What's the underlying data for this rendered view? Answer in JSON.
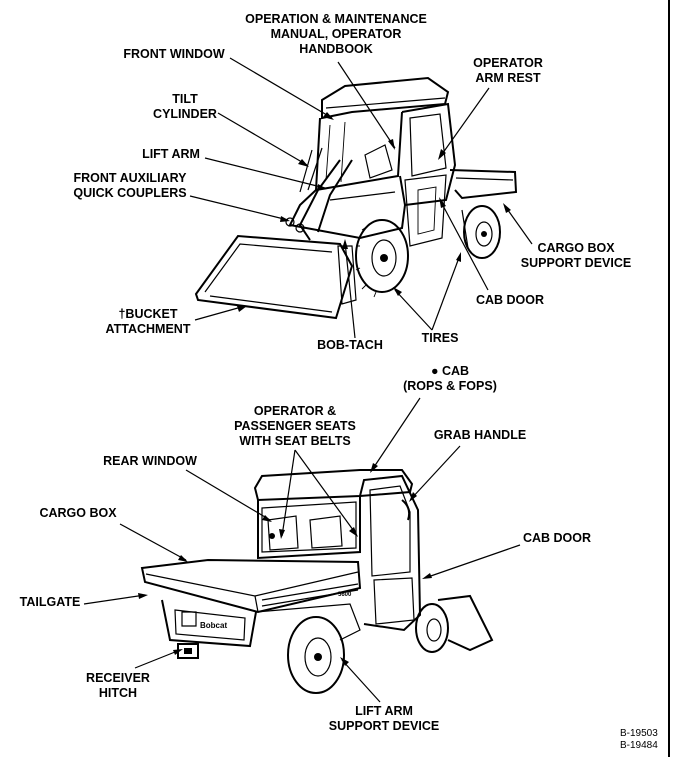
{
  "labels": {
    "op_manual": [
      "OPERATION & MAINTENANCE",
      "MANUAL, OPERATOR",
      "HANDBOOK"
    ],
    "front_window": "FRONT WINDOW",
    "tilt_cylinder": [
      "TILT",
      "CYLINDER"
    ],
    "operator_arm_rest": [
      "OPERATOR",
      "ARM REST"
    ],
    "lift_arm": "LIFT ARM",
    "front_aux": [
      "FRONT AUXILIARY",
      "QUICK COUPLERS"
    ],
    "cargo_box_support": [
      "CARGO BOX",
      "SUPPORT DEVICE"
    ],
    "bucket": [
      "†BUCKET",
      "ATTACHMENT"
    ],
    "cab_door_top": "CAB DOOR",
    "bob_tach": "BOB-TACH",
    "tires": "TIRES",
    "cab": [
      "● CAB",
      "(ROPS & FOPS)"
    ],
    "seats": [
      "OPERATOR &",
      "PASSENGER SEATS",
      "WITH SEAT BELTS"
    ],
    "grab_handle": "GRAB HANDLE",
    "rear_window": "REAR WINDOW",
    "cargo_box": "CARGO BOX",
    "cab_door_bottom": "CAB DOOR",
    "tailgate": "TAILGATE",
    "receiver_hitch": [
      "RECEIVER",
      "HITCH"
    ],
    "lift_arm_support": [
      "LIFT ARM",
      "SUPPORT DEVICE"
    ]
  },
  "decals": {
    "brand": "Bobcat",
    "model": "5600"
  },
  "figure_refs": [
    "B-19503",
    "B-19484"
  ]
}
